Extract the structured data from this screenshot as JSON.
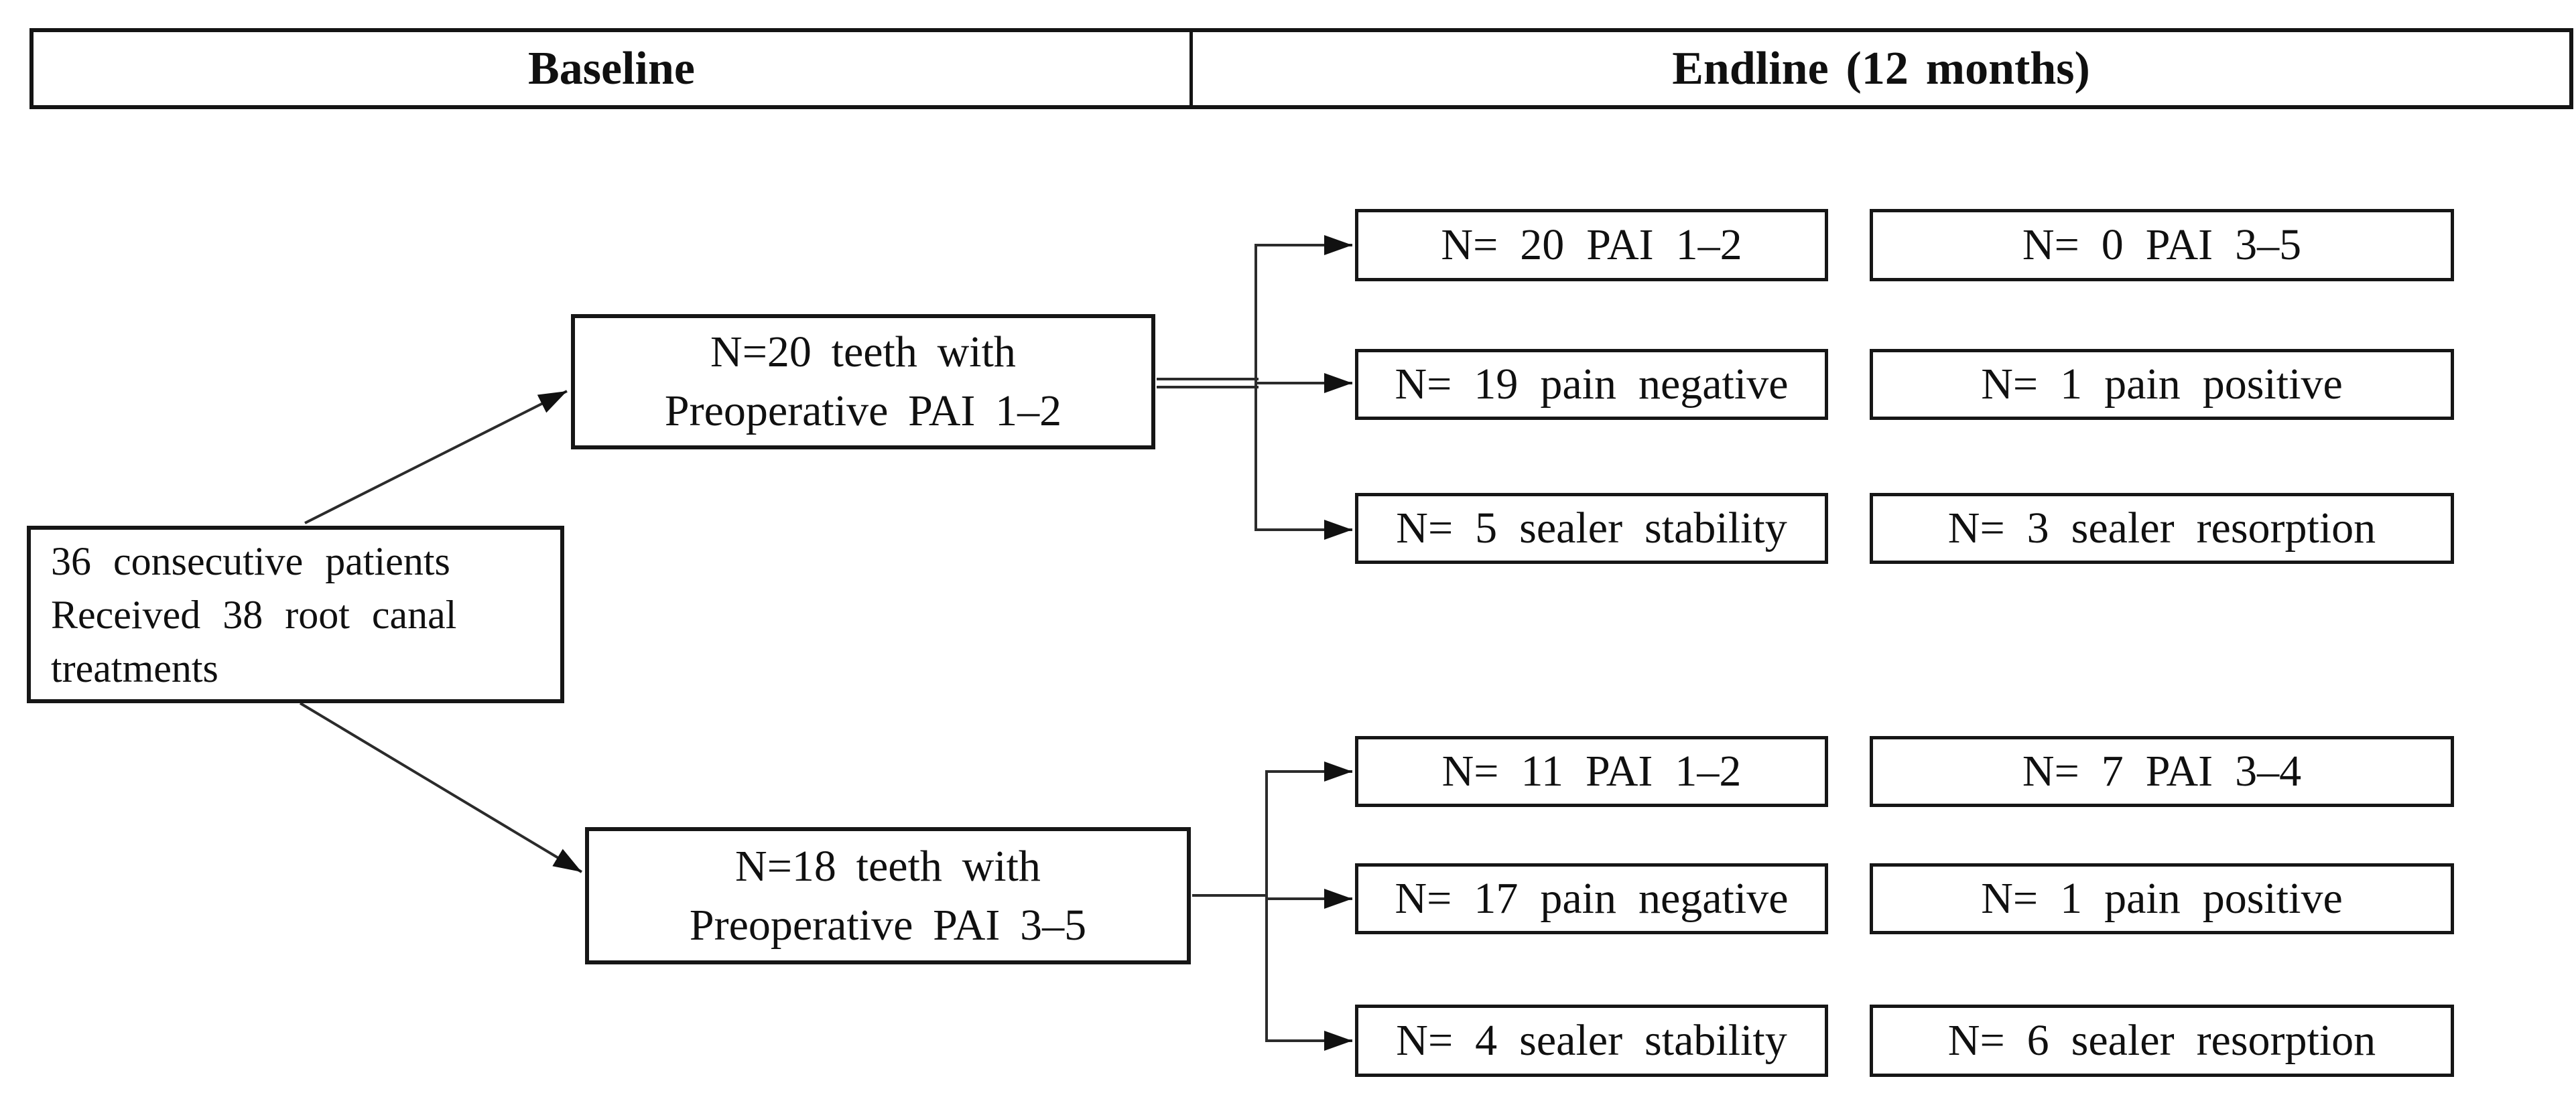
{
  "header": {
    "baseline": "Baseline",
    "endline": "Endline (12 months)"
  },
  "boxes": {
    "patients": {
      "line1": "36 consecutive patients",
      "line2": "Received 38 root canal",
      "line3": "treatments"
    },
    "pai12_group": {
      "line1": "N=20 teeth with",
      "line2": "Preoperative PAI 1–2"
    },
    "pai35_group": {
      "line1": "N=18 teeth with",
      "line2": "Preoperative PAI 3–5"
    },
    "pai12_outcomes": {
      "pai": "N= 20 PAI 1–2",
      "pai_alt": "N= 0 PAI 3–5",
      "pain_neg": "N= 19 pain negative",
      "pain_pos": "N= 1 pain positive",
      "sealer_stab": "N= 5 sealer stability",
      "sealer_resorb": "N= 3 sealer resorption"
    },
    "pai35_outcomes": {
      "pai": "N= 11 PAI 1–2",
      "pai_alt": "N= 7 PAI 3–4",
      "pain_neg": "N= 17 pain negative",
      "pain_pos": "N= 1 pain positive",
      "sealer_stab": "N= 4 sealer stability",
      "sealer_resorb": "N= 6 sealer resorption"
    }
  },
  "colors": {
    "line": "#2b2b2b",
    "border": "#161616",
    "background": "#ffffff",
    "text": "#101010"
  }
}
